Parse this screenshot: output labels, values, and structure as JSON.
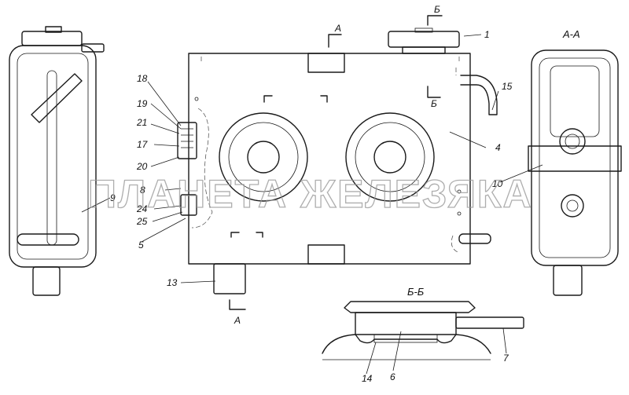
{
  "section_titles": {
    "aa": "А-А",
    "bb": "Б-Б"
  },
  "section_marks": {
    "a_top": "А",
    "a_bottom": "А",
    "b_top": "Б",
    "b_mid": "Б"
  },
  "watermark": "ПЛАНЕТА ЖЕЛЕЗЯКА",
  "callouts": {
    "c1": "1",
    "c4": "4",
    "c5": "5",
    "c6": "6",
    "c7": "7",
    "c8": "8",
    "c9": "9",
    "c10": "10",
    "c13": "13",
    "c14": "14",
    "c15": "15",
    "c17": "17",
    "c18": "18",
    "c19": "19",
    "c20": "20",
    "c21": "21",
    "c24": "24",
    "c25": "25"
  }
}
